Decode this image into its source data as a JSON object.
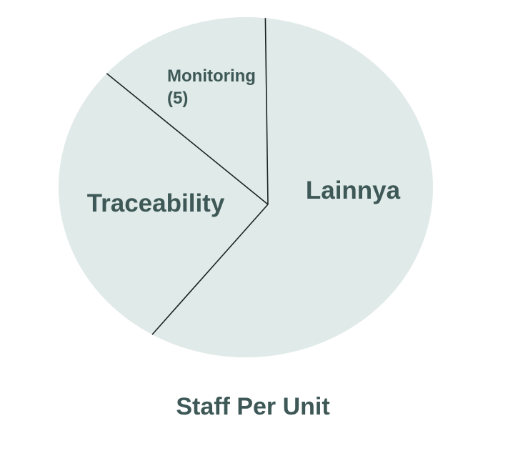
{
  "chart_data": {
    "type": "pie",
    "title": "Staff Per Unit",
    "slices": [
      {
        "label": "Lainnya",
        "value_label": ""
      },
      {
        "label": "Traceability",
        "value_label": ""
      },
      {
        "label": "Monitoring",
        "value_label": "(5)",
        "value": 5
      }
    ],
    "angles_deg": [
      -84,
      120,
      222
    ],
    "colors": {
      "pie_fill": "#e0eae8",
      "divider": "#1c2422",
      "label_text": "#3d5856"
    },
    "legend": "none",
    "grid": false
  }
}
